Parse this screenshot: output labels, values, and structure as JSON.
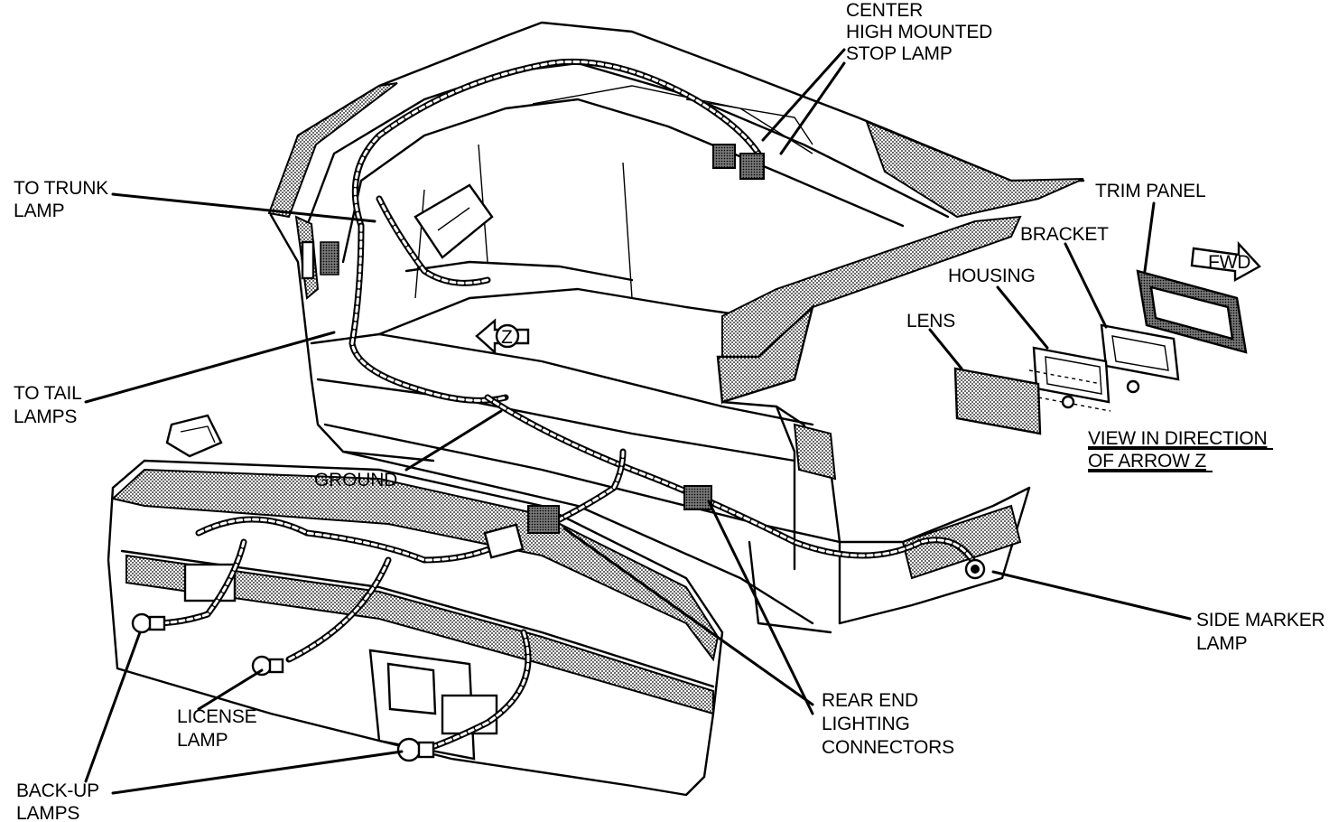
{
  "labels": {
    "chmsl": [
      "CENTER",
      "HIGH MOUNTED",
      "STOP LAMP"
    ],
    "trunk_lamp": [
      "TO TRUNK",
      "LAMP"
    ],
    "tail_lamps": [
      "TO TAIL",
      "LAMPS"
    ],
    "ground": "GROUND",
    "trim_panel": "TRIM PANEL",
    "bracket": "BRACKET",
    "housing": "HOUSING",
    "lens": "LENS",
    "fwd": "FWD",
    "arrow_z_marker": "Z",
    "view_direction": [
      "VIEW IN DIRECTION",
      "OF ARROW Z"
    ],
    "side_marker": [
      "SIDE MARKER",
      "LAMP"
    ],
    "rear_end_connectors": [
      "REAR END",
      "LIGHTING",
      "CONNECTORS"
    ],
    "license_lamp": [
      "LICENSE",
      "LAMP"
    ],
    "backup_lamps": [
      "BACK-UP",
      "LAMPS"
    ]
  }
}
